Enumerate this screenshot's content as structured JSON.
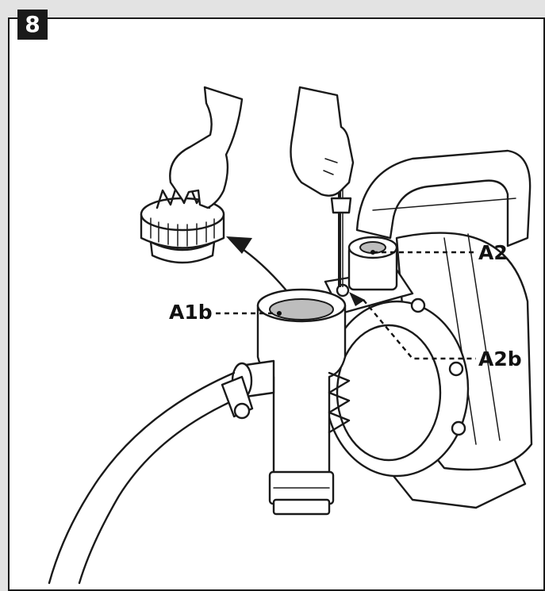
{
  "figure": {
    "step_number": "8",
    "labels": {
      "a1b": "A1b",
      "a2": "A2",
      "a2b": "A2b"
    },
    "colors": {
      "line": "#1a1a1a",
      "background": "#ffffff",
      "outer": "#e3e3e3",
      "badge": "#1a1a1a"
    },
    "icons": [
      "gloved-hand-icon",
      "screwdriver-icon",
      "filter-basket-icon",
      "pump-icon",
      "hose-icon"
    ]
  }
}
